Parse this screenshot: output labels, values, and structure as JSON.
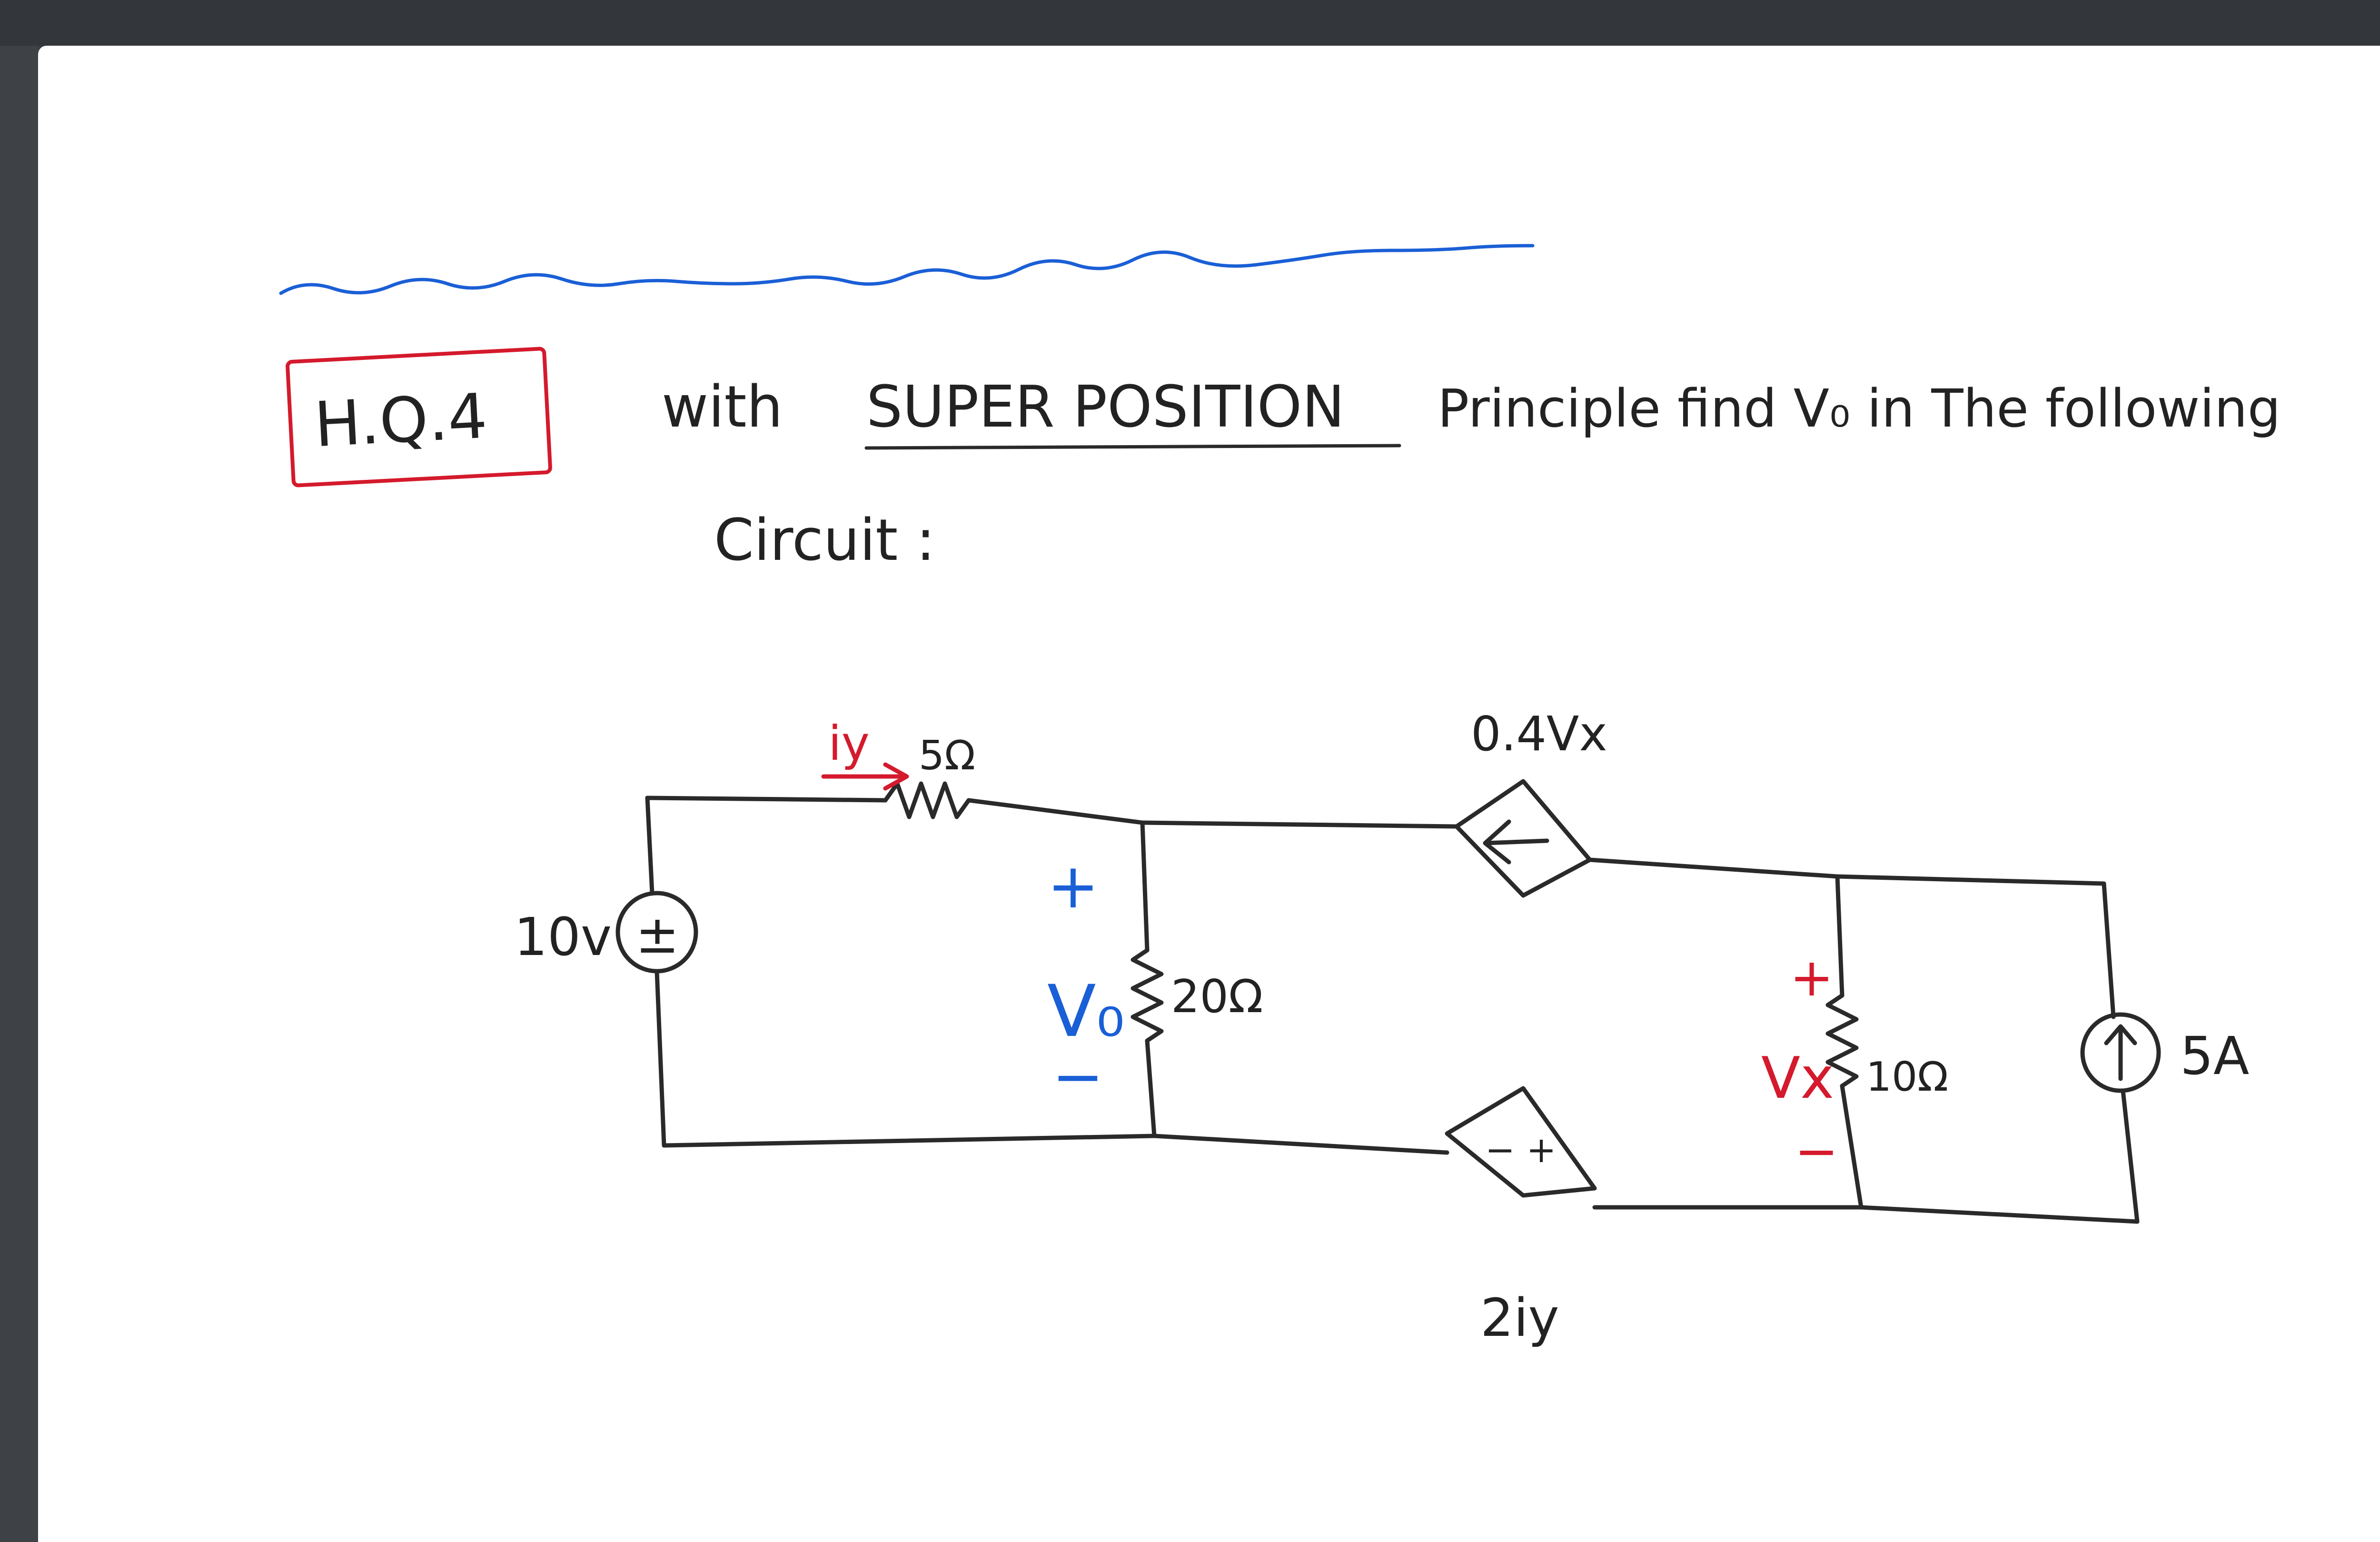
{
  "problem": {
    "tag": "H.Q.4",
    "statement_prefix": "with",
    "statement_emphasis": "SUPER POSITION",
    "statement_suffix": "Principle find V₀ in The following",
    "statement_line2": "Circuit :"
  },
  "circuit": {
    "voltage_source_label": "10v",
    "voltage_source_symbol": "±",
    "current_label": "iy",
    "r1_label": "5Ω",
    "r2_label": "20Ω",
    "r3_label": "10Ω",
    "dep_current_label": "0.4Vx",
    "dep_voltage_label": "2iy",
    "dep_voltage_symbol": "− +",
    "current_source_label": "5A",
    "vo_label": "V₀",
    "vo_plus": "+",
    "vo_minus": "−",
    "vx_label": "Vx",
    "vx_plus": "+",
    "vx_minus": "−"
  },
  "colors": {
    "ink": "#2a2a2a",
    "red": "#d41a2c",
    "blue": "#1a5fd6"
  }
}
